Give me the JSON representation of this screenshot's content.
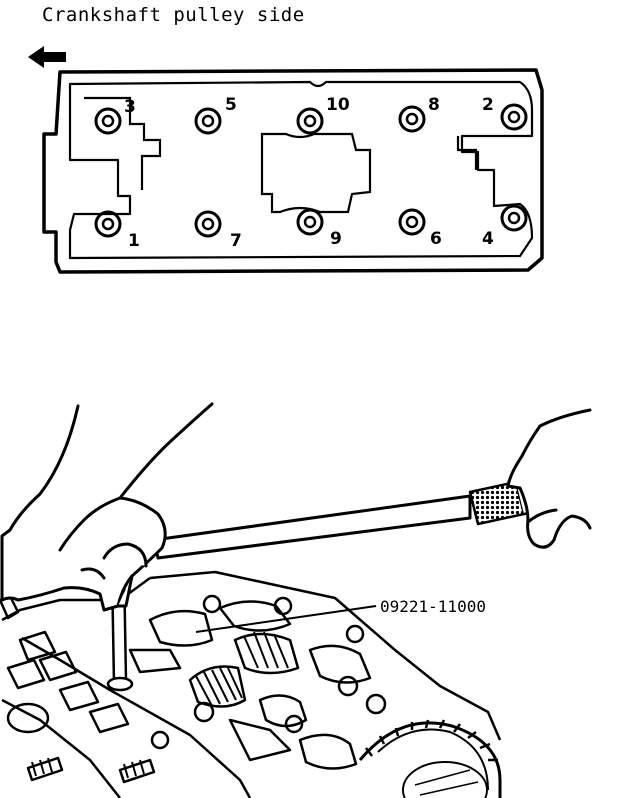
{
  "header": {
    "title": "Crankshaft pulley side"
  },
  "bolt_sequence": {
    "top_row": [
      "3",
      "5",
      "10",
      "8",
      "2"
    ],
    "bottom_row": [
      "1",
      "7",
      "9",
      "6",
      "4"
    ]
  },
  "callout": {
    "tool_number": "09221-11000"
  }
}
